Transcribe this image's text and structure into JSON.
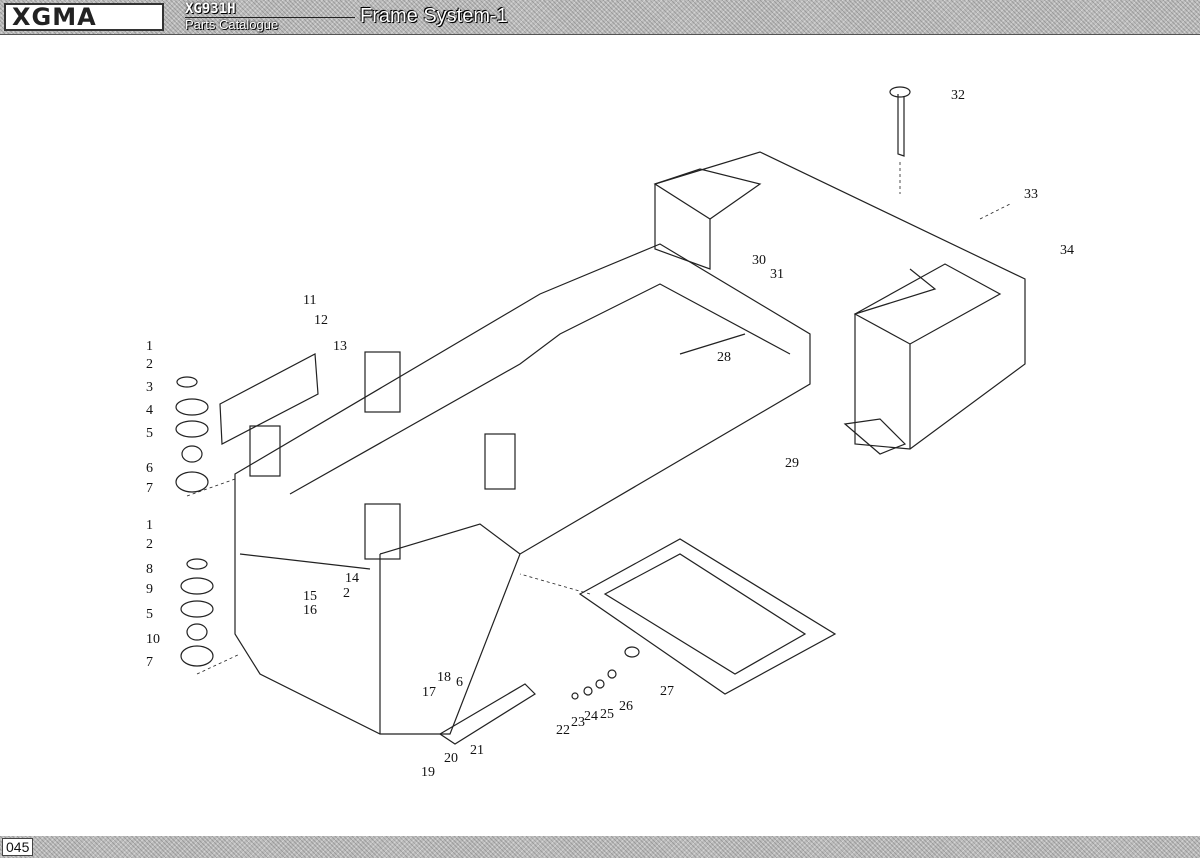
{
  "header": {
    "brand": "XGMA",
    "model": "XG931H",
    "catalogue": "Parts Catalogue",
    "title": "Frame System-1"
  },
  "footer": {
    "page": "045"
  },
  "callouts": [
    "1",
    "2",
    "3",
    "4",
    "5",
    "6",
    "7",
    "1",
    "2",
    "8",
    "9",
    "5",
    "10",
    "7",
    "11",
    "12",
    "13",
    "14",
    "2",
    "15",
    "16",
    "17",
    "18",
    "6",
    "19",
    "20",
    "21",
    "22",
    "23",
    "24",
    "25",
    "26",
    "27",
    "28",
    "29",
    "30",
    "31",
    "32",
    "33",
    "34"
  ]
}
